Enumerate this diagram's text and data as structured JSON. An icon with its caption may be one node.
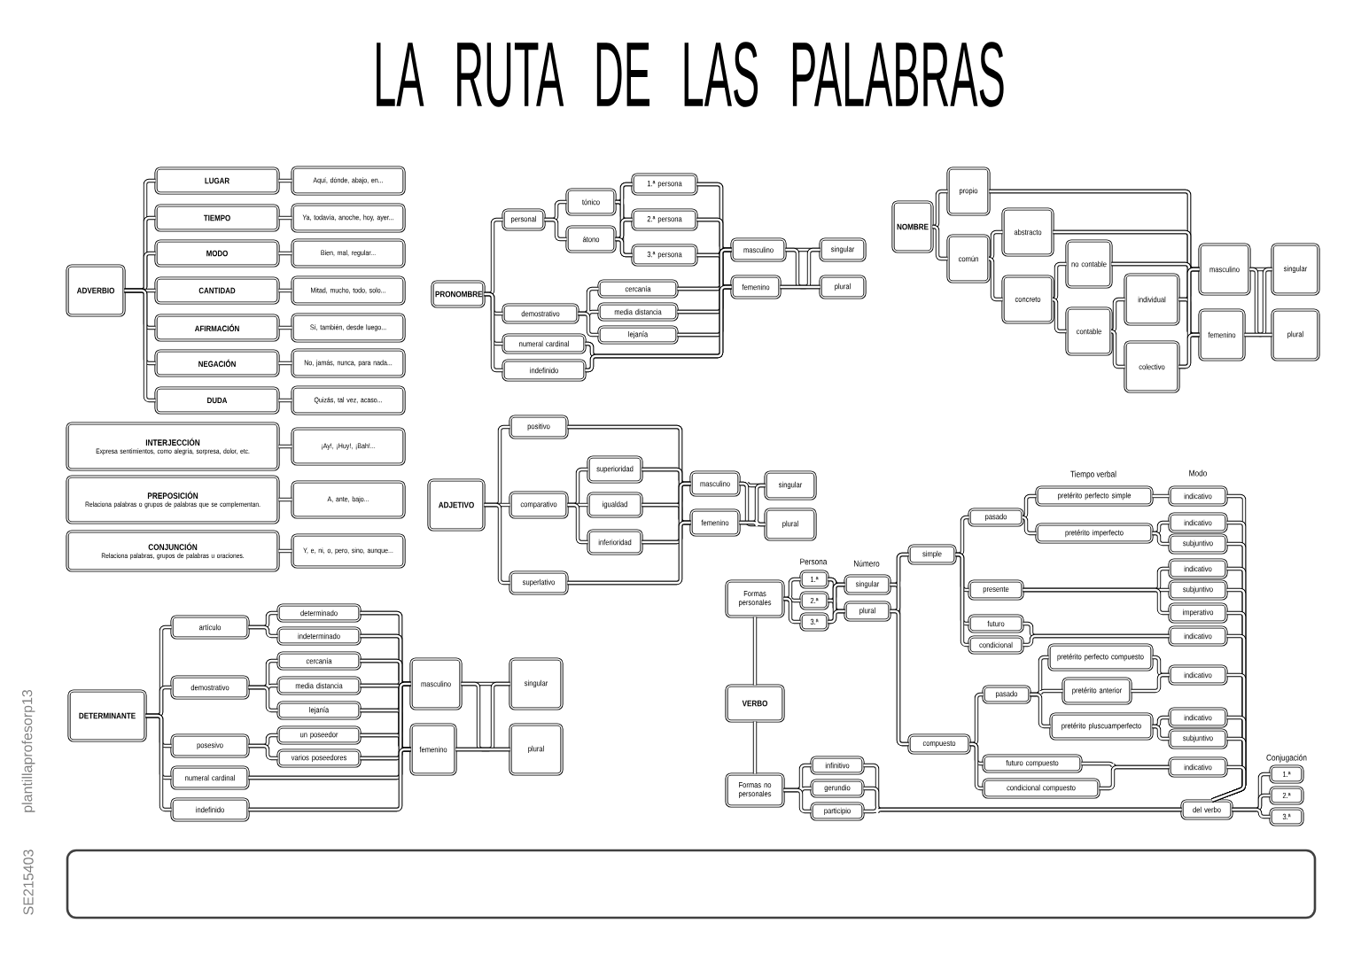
{
  "diagram": {
    "title": "LA RUTA DE LAS PALABRAS",
    "nodes": [
      {
        "text": [
          "ADVERBIO"
        ]
      },
      {
        "text": [
          "LUGAR"
        ]
      },
      {
        "text": [
          "Aquí, dónde, abajo, en..."
        ]
      },
      {
        "text": [
          "TIEMPO"
        ]
      },
      {
        "text": [
          "Ya, todavía, anoche, hoy, ayer..."
        ]
      },
      {
        "text": [
          "MODO"
        ]
      },
      {
        "text": [
          "Bien, mal, regular..."
        ]
      },
      {
        "text": [
          "CANTIDAD"
        ]
      },
      {
        "text": [
          "Mitad, mucho, todo, solo..."
        ]
      },
      {
        "text": [
          "AFIRMACIÓN"
        ]
      },
      {
        "text": [
          "Sí, también, desde luego..."
        ]
      },
      {
        "text": [
          "NEGACIÓN"
        ]
      },
      {
        "text": [
          "No, jamás, nunca, para nada..."
        ]
      },
      {
        "text": [
          "DUDA"
        ]
      },
      {
        "text": [
          "Quizás, tal vez, acaso..."
        ]
      },
      {
        "text": [
          "INTERJECCIÓN",
          "Expresa sentimientos, como alegría, sorpresa, dolor, etc."
        ]
      },
      {
        "text": [
          "¡Ay!, ¡Huy!, ¡Bah!..."
        ]
      },
      {
        "text": [
          "PREPOSICIÓN",
          "Relaciona palabras o grupos de palabras que se complementan."
        ]
      },
      {
        "text": [
          "A, ante, bajo..."
        ]
      },
      {
        "text": [
          "CONJUNCIÓN",
          "Relaciona palabras, grupos de palabras u oraciones."
        ]
      },
      {
        "text": [
          "Y, e, ni, o, pero, sino, aunque..."
        ]
      },
      {
        "text": [
          "PRONOMBRE"
        ]
      },
      {
        "text": [
          "personal"
        ]
      },
      {
        "text": [
          "tónico"
        ]
      },
      {
        "text": [
          "átono"
        ]
      },
      {
        "text": [
          "1.ª persona"
        ]
      },
      {
        "text": [
          "2.ª persona"
        ]
      },
      {
        "text": [
          "3.ª persona"
        ]
      },
      {
        "text": [
          "masculino"
        ]
      },
      {
        "text": [
          "femenino"
        ]
      },
      {
        "text": [
          "singular"
        ]
      },
      {
        "text": [
          "plural"
        ]
      },
      {
        "text": [
          "demostrativo"
        ]
      },
      {
        "text": [
          "cercanía"
        ]
      },
      {
        "text": [
          "media distancia"
        ]
      },
      {
        "text": [
          "lejanía"
        ]
      },
      {
        "text": [
          "numeral cardinal"
        ]
      },
      {
        "text": [
          "indefinido"
        ]
      },
      {
        "text": [
          "NOMBRE"
        ]
      },
      {
        "text": [
          "propio"
        ]
      },
      {
        "text": [
          "común"
        ]
      },
      {
        "text": [
          "abstracto"
        ]
      },
      {
        "text": [
          "concreto"
        ]
      },
      {
        "text": [
          "no contable"
        ]
      },
      {
        "text": [
          "contable"
        ]
      },
      {
        "text": [
          "individual"
        ]
      },
      {
        "text": [
          "colectivo"
        ]
      },
      {
        "text": [
          "masculino"
        ]
      },
      {
        "text": [
          "femenino"
        ]
      },
      {
        "text": [
          "singular"
        ]
      },
      {
        "text": [
          "plural"
        ]
      },
      {
        "text": [
          "ADJETIVO"
        ]
      },
      {
        "text": [
          "positivo"
        ]
      },
      {
        "text": [
          "comparativo"
        ]
      },
      {
        "text": [
          "superlativo"
        ]
      },
      {
        "text": [
          "superioridad"
        ]
      },
      {
        "text": [
          "igualdad"
        ]
      },
      {
        "text": [
          "inferioridad"
        ]
      },
      {
        "text": [
          "masculino"
        ]
      },
      {
        "text": [
          "femenino"
        ]
      },
      {
        "text": [
          "singular"
        ]
      },
      {
        "text": [
          "plural"
        ]
      },
      {
        "text": [
          "DETERMINANTE"
        ]
      },
      {
        "text": [
          "artículo"
        ]
      },
      {
        "text": [
          "determinado"
        ]
      },
      {
        "text": [
          "indeterminado"
        ]
      },
      {
        "text": [
          "demostrativo"
        ]
      },
      {
        "text": [
          "cercanía"
        ]
      },
      {
        "text": [
          "media distancia"
        ]
      },
      {
        "text": [
          "lejanía"
        ]
      },
      {
        "text": [
          "posesivo"
        ]
      },
      {
        "text": [
          "un poseedor"
        ]
      },
      {
        "text": [
          "varios poseedores"
        ]
      },
      {
        "text": [
          "numeral cardinal"
        ]
      },
      {
        "text": [
          "indefinido"
        ]
      },
      {
        "text": [
          "masculino"
        ]
      },
      {
        "text": [
          "femenino"
        ]
      },
      {
        "text": [
          "singular"
        ]
      },
      {
        "text": [
          "plural"
        ]
      },
      {
        "text": [
          "Formas personales"
        ]
      },
      {
        "text": [
          "VERBO"
        ]
      },
      {
        "text": [
          "Formas no personales"
        ]
      },
      {
        "text": [
          "1.ª"
        ]
      },
      {
        "text": [
          "2.ª"
        ]
      },
      {
        "text": [
          "3.ª"
        ]
      },
      {
        "text": [
          "singular"
        ]
      },
      {
        "text": [
          "plural"
        ]
      },
      {
        "text": [
          "simple"
        ]
      },
      {
        "text": [
          "compuesto"
        ]
      },
      {
        "text": [
          "pasado"
        ]
      },
      {
        "text": [
          "pretérito perfecto simple"
        ]
      },
      {
        "text": [
          "pretérito imperfecto"
        ]
      },
      {
        "text": [
          "presente"
        ]
      },
      {
        "text": [
          "futuro"
        ]
      },
      {
        "text": [
          "condicional"
        ]
      },
      {
        "text": [
          "indicativo"
        ]
      },
      {
        "text": [
          "indicativo"
        ]
      },
      {
        "text": [
          "subjuntivo"
        ]
      },
      {
        "text": [
          "indicativo"
        ]
      },
      {
        "text": [
          "subjuntivo"
        ]
      },
      {
        "text": [
          "imperativo"
        ]
      },
      {
        "text": [
          "indicativo"
        ]
      },
      {
        "text": [
          "pasado"
        ]
      },
      {
        "text": [
          "pretérito perfecto compuesto"
        ]
      },
      {
        "text": [
          "pretérito anterior"
        ]
      },
      {
        "text": [
          "pretérito pluscuamperfecto"
        ]
      },
      {
        "text": [
          "indicativo"
        ]
      },
      {
        "text": [
          "indicativo"
        ]
      },
      {
        "text": [
          "subjuntivo"
        ]
      },
      {
        "text": [
          "futuro compuesto"
        ]
      },
      {
        "text": [
          "condicional compuesto"
        ]
      },
      {
        "text": [
          "indicativo"
        ]
      },
      {
        "text": [
          "infinitivo"
        ]
      },
      {
        "text": [
          "gerundio"
        ]
      },
      {
        "text": [
          "participio"
        ]
      },
      {
        "text": [
          "del verbo"
        ]
      },
      {
        "text": [
          "1.ª"
        ]
      },
      {
        "text": [
          "2.ª"
        ]
      },
      {
        "text": [
          "3.ª"
        ]
      }
    ],
    "edges": [
      {
        "from": 0,
        "to": 1,
        "arrow": "none"
      },
      {
        "from": 0,
        "to": 3,
        "arrow": "none"
      },
      {
        "from": 0,
        "to": 5,
        "arrow": "none"
      },
      {
        "from": 0,
        "to": 7,
        "arrow": "none"
      },
      {
        "from": 0,
        "to": 9,
        "arrow": "none"
      },
      {
        "from": 0,
        "to": 11,
        "arrow": "none"
      },
      {
        "from": 0,
        "to": 13,
        "arrow": "none"
      },
      {
        "from": 1,
        "to": 2,
        "arrow": "none"
      },
      {
        "from": 3,
        "to": 4,
        "arrow": "none"
      },
      {
        "from": 5,
        "to": 6,
        "arrow": "none"
      },
      {
        "from": 7,
        "to": 8,
        "arrow": "none"
      },
      {
        "from": 9,
        "to": 10,
        "arrow": "none"
      },
      {
        "from": 11,
        "to": 12,
        "arrow": "none"
      },
      {
        "from": 13,
        "to": 14,
        "arrow": "none"
      },
      {
        "from": 15,
        "to": 16,
        "arrow": "none"
      },
      {
        "from": 17,
        "to": 18,
        "arrow": "none"
      },
      {
        "from": 19,
        "to": 20,
        "arrow": "none"
      },
      {
        "from": 21,
        "to": 22,
        "arrow": "none"
      },
      {
        "from": 21,
        "to": 32,
        "arrow": "none"
      },
      {
        "from": 21,
        "to": 36,
        "arrow": "none"
      },
      {
        "from": 21,
        "to": 37,
        "arrow": "none"
      },
      {
        "from": 22,
        "to": 23,
        "arrow": "none"
      },
      {
        "from": 22,
        "to": 24,
        "arrow": "none"
      },
      {
        "from": 23,
        "to": 25,
        "arrow": "none"
      },
      {
        "from": 23,
        "to": 26,
        "arrow": "none"
      },
      {
        "from": 23,
        "to": 27,
        "arrow": "none"
      },
      {
        "from": 24,
        "to": 25,
        "arrow": "none"
      },
      {
        "from": 24,
        "to": 26,
        "arrow": "none"
      },
      {
        "from": 24,
        "to": 27,
        "arrow": "none"
      },
      {
        "from": 25,
        "to": 28,
        "arrow": "none"
      },
      {
        "from": 25,
        "to": 29,
        "arrow": "none"
      },
      {
        "from": 26,
        "to": 28,
        "arrow": "none"
      },
      {
        "from": 26,
        "to": 29,
        "arrow": "none"
      },
      {
        "from": 27,
        "to": 28,
        "arrow": "none"
      },
      {
        "from": 27,
        "to": 29,
        "arrow": "none"
      },
      {
        "from": 32,
        "to": 33,
        "arrow": "none"
      },
      {
        "from": 32,
        "to": 34,
        "arrow": "none"
      },
      {
        "from": 32,
        "to": 35,
        "arrow": "none"
      },
      {
        "from": 33,
        "to": 28,
        "arrow": "none"
      },
      {
        "from": 33,
        "to": 29,
        "arrow": "none"
      },
      {
        "from": 34,
        "to": 28,
        "arrow": "none"
      },
      {
        "from": 34,
        "to": 29,
        "arrow": "none"
      },
      {
        "from": 35,
        "to": 28,
        "arrow": "none"
      },
      {
        "from": 35,
        "to": 29,
        "arrow": "none"
      },
      {
        "from": 36,
        "to": 28,
        "arrow": "none"
      },
      {
        "from": 36,
        "to": 29,
        "arrow": "none"
      },
      {
        "from": 37,
        "to": 28,
        "arrow": "none"
      },
      {
        "from": 37,
        "to": 29,
        "arrow": "none"
      },
      {
        "from": 28,
        "to": 30,
        "arrow": "none"
      },
      {
        "from": 28,
        "to": 31,
        "arrow": "none"
      },
      {
        "from": 29,
        "to": 30,
        "arrow": "none"
      },
      {
        "from": 29,
        "to": 31,
        "arrow": "none"
      },
      {
        "from": 38,
        "to": 39,
        "arrow": "none"
      },
      {
        "from": 38,
        "to": 40,
        "arrow": "none"
      },
      {
        "from": 40,
        "to": 41,
        "arrow": "none"
      },
      {
        "from": 40,
        "to": 42,
        "arrow": "none"
      },
      {
        "from": 42,
        "to": 43,
        "arrow": "none"
      },
      {
        "from": 42,
        "to": 44,
        "arrow": "none"
      },
      {
        "from": 44,
        "to": 45,
        "arrow": "none"
      },
      {
        "from": 44,
        "to": 46,
        "arrow": "none"
      },
      {
        "from": 39,
        "to": 47,
        "arrow": "none"
      },
      {
        "from": 39,
        "to": 48,
        "arrow": "none"
      },
      {
        "from": 41,
        "to": 47,
        "arrow": "none"
      },
      {
        "from": 41,
        "to": 48,
        "arrow": "none"
      },
      {
        "from": 43,
        "to": 47,
        "arrow": "none"
      },
      {
        "from": 43,
        "to": 48,
        "arrow": "none"
      },
      {
        "from": 45,
        "to": 47,
        "arrow": "none"
      },
      {
        "from": 45,
        "to": 48,
        "arrow": "none"
      },
      {
        "from": 46,
        "to": 47,
        "arrow": "none"
      },
      {
        "from": 46,
        "to": 48,
        "arrow": "none"
      },
      {
        "from": 47,
        "to": 49,
        "arrow": "none"
      },
      {
        "from": 47,
        "to": 50,
        "arrow": "none"
      },
      {
        "from": 48,
        "to": 49,
        "arrow": "none"
      },
      {
        "from": 48,
        "to": 50,
        "arrow": "none"
      },
      {
        "from": 51,
        "to": 52,
        "arrow": "none"
      },
      {
        "from": 51,
        "to": 53,
        "arrow": "none"
      },
      {
        "from": 51,
        "to": 54,
        "arrow": "none"
      },
      {
        "from": 53,
        "to": 55,
        "arrow": "none"
      },
      {
        "from": 53,
        "to": 56,
        "arrow": "none"
      },
      {
        "from": 53,
        "to": 57,
        "arrow": "none"
      },
      {
        "from": 52,
        "to": 58,
        "arrow": "none"
      },
      {
        "from": 52,
        "to": 59,
        "arrow": "none"
      },
      {
        "from": 55,
        "to": 58,
        "arrow": "none"
      },
      {
        "from": 55,
        "to": 59,
        "arrow": "none"
      },
      {
        "from": 56,
        "to": 58,
        "arrow": "none"
      },
      {
        "from": 56,
        "to": 59,
        "arrow": "none"
      },
      {
        "from": 57,
        "to": 58,
        "arrow": "none"
      },
      {
        "from": 57,
        "to": 59,
        "arrow": "none"
      },
      {
        "from": 54,
        "to": 58,
        "arrow": "none"
      },
      {
        "from": 54,
        "to": 59,
        "arrow": "none"
      },
      {
        "from": 58,
        "to": 60,
        "arrow": "none"
      },
      {
        "from": 58,
        "to": 61,
        "arrow": "none"
      },
      {
        "from": 59,
        "to": 60,
        "arrow": "none"
      },
      {
        "from": 59,
        "to": 61,
        "arrow": "none"
      },
      {
        "from": 62,
        "to": 63,
        "arrow": "none"
      },
      {
        "from": 62,
        "to": 66,
        "arrow": "none"
      },
      {
        "from": 62,
        "to": 70,
        "arrow": "none"
      },
      {
        "from": 62,
        "to": 73,
        "arrow": "none"
      },
      {
        "from": 62,
        "to": 74,
        "arrow": "none"
      },
      {
        "from": 63,
        "to": 64,
        "arrow": "none"
      },
      {
        "from": 63,
        "to": 65,
        "arrow": "none"
      },
      {
        "from": 66,
        "to": 67,
        "arrow": "none"
      },
      {
        "from": 66,
        "to": 68,
        "arrow": "none"
      },
      {
        "from": 66,
        "to": 69,
        "arrow": "none"
      },
      {
        "from": 70,
        "to": 71,
        "arrow": "none"
      },
      {
        "from": 70,
        "to": 72,
        "arrow": "none"
      },
      {
        "from": 64,
        "to": 75,
        "arrow": "none"
      },
      {
        "from": 64,
        "to": 76,
        "arrow": "none"
      },
      {
        "from": 65,
        "to": 75,
        "arrow": "none"
      },
      {
        "from": 65,
        "to": 76,
        "arrow": "none"
      },
      {
        "from": 67,
        "to": 75,
        "arrow": "none"
      },
      {
        "from": 67,
        "to": 76,
        "arrow": "none"
      },
      {
        "from": 68,
        "to": 75,
        "arrow": "none"
      },
      {
        "from": 68,
        "to": 76,
        "arrow": "none"
      },
      {
        "from": 69,
        "to": 75,
        "arrow": "none"
      },
      {
        "from": 69,
        "to": 76,
        "arrow": "none"
      },
      {
        "from": 71,
        "to": 75,
        "arrow": "none"
      },
      {
        "from": 71,
        "to": 76,
        "arrow": "none"
      },
      {
        "from": 72,
        "to": 75,
        "arrow": "none"
      },
      {
        "from": 72,
        "to": 76,
        "arrow": "none"
      },
      {
        "from": 73,
        "to": 75,
        "arrow": "none"
      },
      {
        "from": 73,
        "to": 76,
        "arrow": "none"
      },
      {
        "from": 74,
        "to": 75,
        "arrow": "none"
      },
      {
        "from": 74,
        "to": 76,
        "arrow": "none"
      },
      {
        "from": 75,
        "to": 77,
        "arrow": "none"
      },
      {
        "from": 75,
        "to": 78,
        "arrow": "none"
      },
      {
        "from": 76,
        "to": 77,
        "arrow": "none"
      },
      {
        "from": 76,
        "to": 78,
        "arrow": "none"
      },
      {
        "from": 80,
        "to": 79,
        "arrow": "none"
      },
      {
        "from": 80,
        "to": 81,
        "arrow": "none"
      },
      {
        "from": 79,
        "to": 82,
        "arrow": "none"
      },
      {
        "from": 79,
        "to": 83,
        "arrow": "none"
      },
      {
        "from": 79,
        "to": 84,
        "arrow": "none"
      },
      {
        "from": 82,
        "to": 85,
        "arrow": "none"
      },
      {
        "from": 82,
        "to": 86,
        "arrow": "none"
      },
      {
        "from": 83,
        "to": 85,
        "arrow": "none"
      },
      {
        "from": 83,
        "to": 86,
        "arrow": "none"
      },
      {
        "from": 84,
        "to": 85,
        "arrow": "none"
      },
      {
        "from": 84,
        "to": 86,
        "arrow": "none"
      },
      {
        "from": 85,
        "to": 87,
        "arrow": "none"
      },
      {
        "from": 85,
        "to": 88,
        "arrow": "none"
      },
      {
        "from": 86,
        "to": 87,
        "arrow": "none"
      },
      {
        "from": 86,
        "to": 88,
        "arrow": "none"
      },
      {
        "from": 87,
        "to": 89,
        "arrow": "none"
      },
      {
        "from": 87,
        "to": 92,
        "arrow": "none"
      },
      {
        "from": 87,
        "to": 93,
        "arrow": "none"
      },
      {
        "from": 87,
        "to": 94,
        "arrow": "none"
      },
      {
        "from": 89,
        "to": 90,
        "arrow": "none"
      },
      {
        "from": 89,
        "to": 91,
        "arrow": "none"
      },
      {
        "from": 90,
        "to": 95,
        "arrow": "none"
      },
      {
        "from": 91,
        "to": 96,
        "arrow": "none"
      },
      {
        "from": 91,
        "to": 97,
        "arrow": "none"
      },
      {
        "from": 92,
        "to": 98,
        "arrow": "none"
      },
      {
        "from": 92,
        "to": 99,
        "arrow": "none"
      },
      {
        "from": 92,
        "to": 100,
        "arrow": "none"
      },
      {
        "from": 93,
        "to": 101,
        "arrow": "none"
      },
      {
        "from": 94,
        "to": 101,
        "arrow": "none"
      },
      {
        "from": 88,
        "to": 102,
        "arrow": "none"
      },
      {
        "from": 88,
        "to": 109,
        "arrow": "none"
      },
      {
        "from": 88,
        "to": 110,
        "arrow": "none"
      },
      {
        "from": 102,
        "to": 103,
        "arrow": "none"
      },
      {
        "from": 102,
        "to": 104,
        "arrow": "none"
      },
      {
        "from": 102,
        "to": 105,
        "arrow": "none"
      },
      {
        "from": 103,
        "to": 106,
        "arrow": "none"
      },
      {
        "from": 104,
        "to": 106,
        "arrow": "none"
      },
      {
        "from": 105,
        "to": 107,
        "arrow": "none"
      },
      {
        "from": 105,
        "to": 108,
        "arrow": "none"
      },
      {
        "from": 109,
        "to": 111,
        "arrow": "none"
      },
      {
        "from": 110,
        "to": 111,
        "arrow": "none"
      },
      {
        "from": 95,
        "to": 115,
        "arrow": "none"
      },
      {
        "from": 96,
        "to": 115,
        "arrow": "none"
      },
      {
        "from": 97,
        "to": 115,
        "arrow": "none"
      },
      {
        "from": 98,
        "to": 115,
        "arrow": "none"
      },
      {
        "from": 99,
        "to": 115,
        "arrow": "none"
      },
      {
        "from": 100,
        "to": 115,
        "arrow": "none"
      },
      {
        "from": 101,
        "to": 115,
        "arrow": "none"
      },
      {
        "from": 106,
        "to": 115,
        "arrow": "none"
      },
      {
        "from": 107,
        "to": 115,
        "arrow": "none"
      },
      {
        "from": 108,
        "to": 115,
        "arrow": "none"
      },
      {
        "from": 111,
        "to": 115,
        "arrow": "none"
      },
      {
        "from": 81,
        "to": 112,
        "arrow": "none"
      },
      {
        "from": 81,
        "to": 113,
        "arrow": "none"
      },
      {
        "from": 81,
        "to": 114,
        "arrow": "none"
      },
      {
        "from": 112,
        "to": 115,
        "arrow": "none"
      },
      {
        "from": 113,
        "to": 115,
        "arrow": "none"
      },
      {
        "from": 114,
        "to": 115,
        "arrow": "none"
      },
      {
        "from": 115,
        "to": 116,
        "arrow": "none"
      },
      {
        "from": 115,
        "to": 117,
        "arrow": "none"
      },
      {
        "from": 115,
        "to": 118,
        "arrow": "none"
      }
    ],
    "labels": [
      "Tiempo verbal",
      "Modo",
      "Persona",
      "Número",
      "Conjugación",
      "SE215403",
      "plantillaprofesorp13"
    ]
  }
}
